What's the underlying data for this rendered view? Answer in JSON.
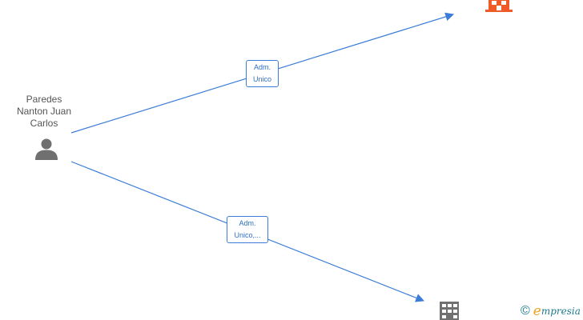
{
  "person": {
    "name_lines": [
      "Paredes",
      "Nanton Juan",
      "Carlos"
    ]
  },
  "edges": [
    {
      "label_lines": [
        "Adm.",
        "Unico"
      ]
    },
    {
      "label_lines": [
        "Adm.",
        "Unico,..."
      ]
    }
  ],
  "brand": {
    "copyright": "©",
    "initial": "e",
    "rest": "mpresia"
  },
  "colors": {
    "edge": "#3b7dd8",
    "person_icon": "#707070",
    "company_active": "#f05a28",
    "company_inactive": "#707070",
    "brand_teal": "#1f7a8c",
    "brand_orange": "#f3a01c"
  }
}
